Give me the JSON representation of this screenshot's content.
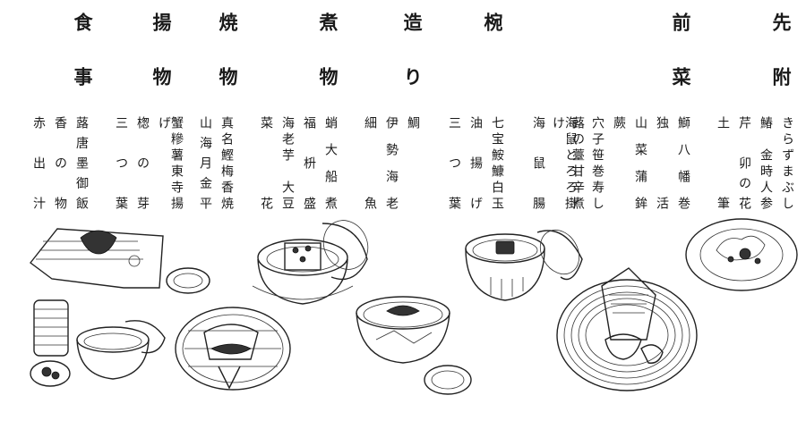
{
  "courses": [
    {
      "heading": "先附",
      "items": [
        "きらずまぶし",
        "鰆　金時人参",
        "芹　卯の花",
        "土　筆"
      ]
    },
    {
      "heading": "前菜",
      "items": [
        "鰤八幡巻",
        "独　活",
        "山菜蒲鉾",
        "蕨"
      ]
    },
    {
      "heading": "",
      "items": [
        "穴子笹巻寿し",
        "蕗の薹甘辛煮",
        "海鼠とろろ掛け",
        "海　鼠　腸"
      ]
    },
    {
      "heading": "椀",
      "items": [
        "七宝鮟鱇白玉",
        "油　揚　げ",
        "三　つ　葉"
      ]
    },
    {
      "heading": "造り",
      "items": [
        "鯛",
        "伊勢海老",
        "細　　魚"
      ]
    },
    {
      "heading": "煮物",
      "items": [
        "蛸大船煮",
        "福枡盛",
        "海老芋　大豆",
        "菜　　花"
      ]
    },
    {
      "heading": "焼物",
      "items": [
        "真名鰹梅香焼",
        "山海月金平"
      ]
    },
    {
      "heading": "揚物",
      "items": [
        "蟹糝薯東寺揚げ",
        "楤の芽",
        "三つ葉"
      ]
    },
    {
      "heading": "食事",
      "items": [
        "蕗唐墨御飯",
        "香の物",
        "赤出汁"
      ]
    }
  ],
  "icons": {
    "plate-sakizuke": "round-plate-icon",
    "plate-zensai": "lacquer-tray-icon",
    "bowl-wan": "lidded-bowl-icon",
    "bowl-tsukuri": "sashimi-bowl-icon",
    "bowl-nimono": "lidded-pot-icon",
    "basket-yakimono": "basket-icon",
    "tray-agemono": "folded-tray-icon",
    "set-shokuji": "rice-set-icon"
  }
}
